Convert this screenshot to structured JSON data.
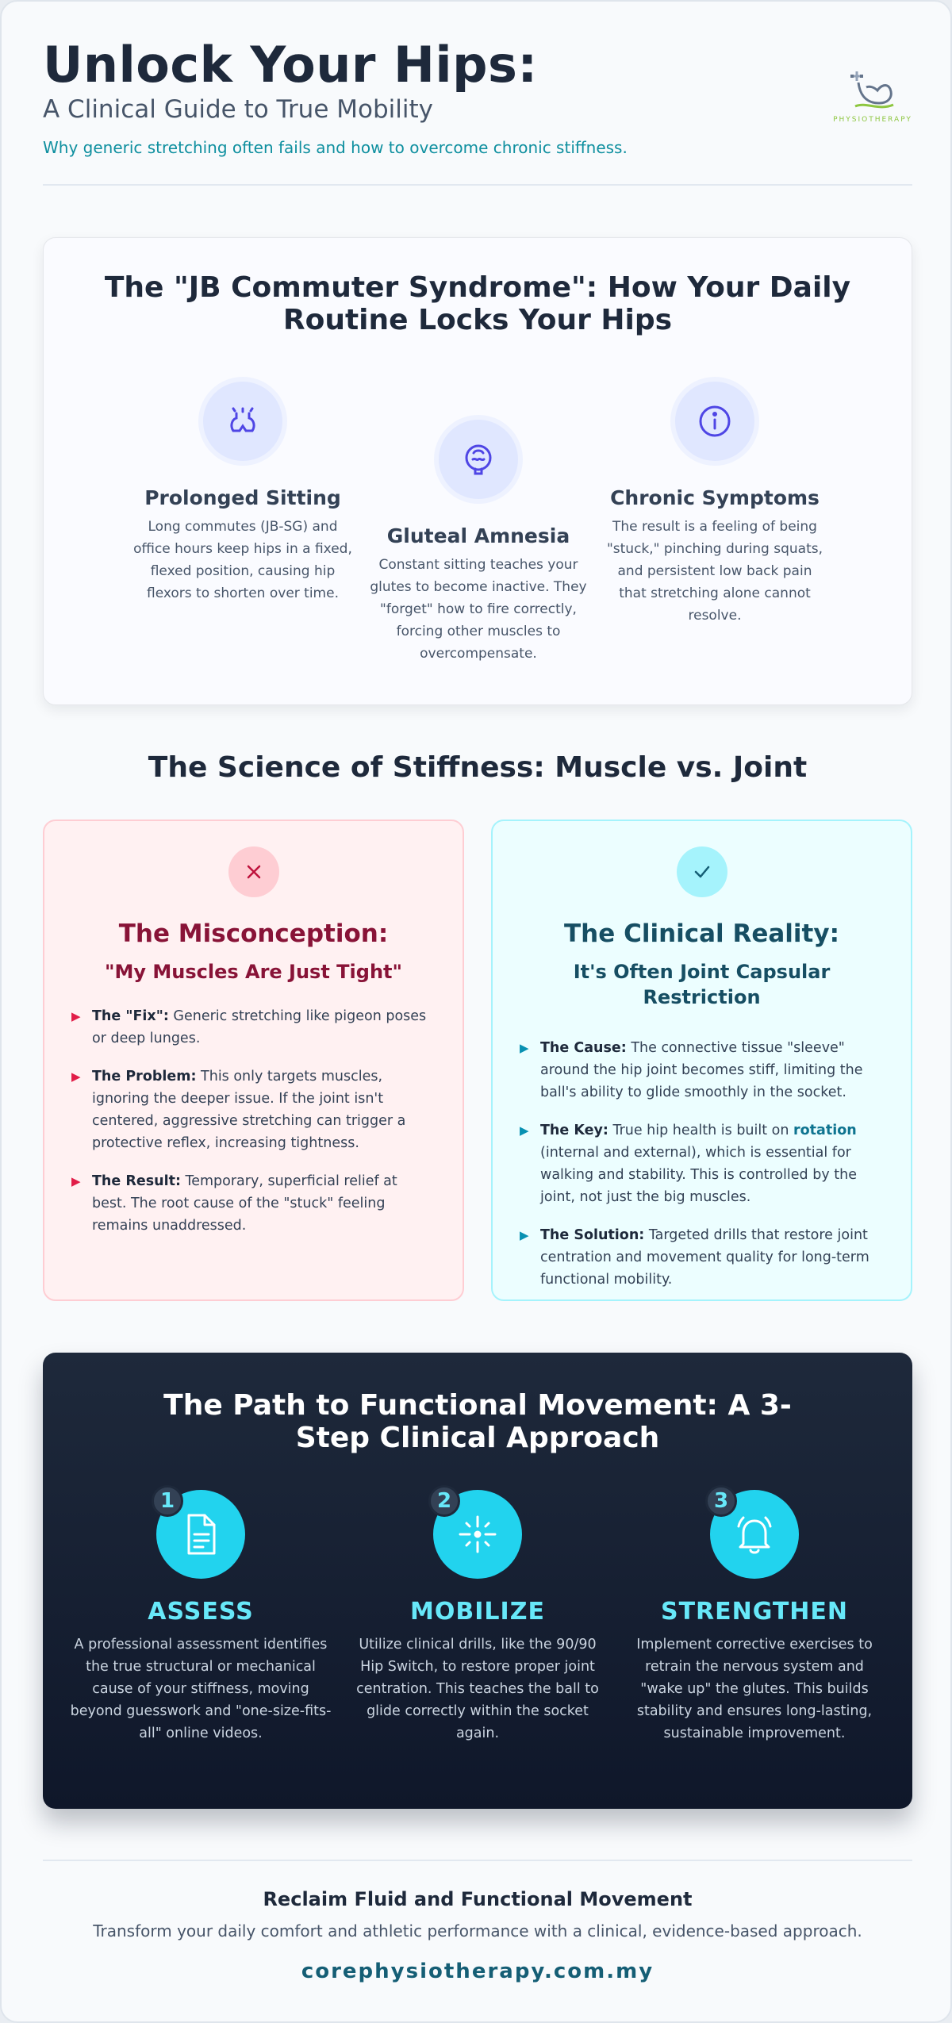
{
  "header": {
    "title": "Unlock Your Hips:",
    "subtitle": "A Clinical Guide to True Mobility",
    "tagline": "Why generic stretching often fails and how to overcome chronic stiffness.",
    "logo_text": "PHYSIOTHERAPY",
    "logo_icon": "flexing-arm-logo"
  },
  "syndrome": {
    "title": "The \"JB Commuter Syndrome\": How Your Daily Routine Locks Your Hips",
    "pillars": [
      {
        "icon": "stiff-hips-icon",
        "title": "Prolonged Sitting",
        "text": "Long commutes (JB-SG) and office hours keep hips in a fixed, flexed position, causing hip flexors to shorten over time."
      },
      {
        "icon": "brain-icon",
        "title": "Gluteal Amnesia",
        "text": "Constant sitting teaches your glutes to become inactive. They \"forget\" how to fire correctly, forcing other muscles to overcompensate."
      },
      {
        "icon": "info-icon",
        "title": "Chronic Symptoms",
        "text": "The result is a feeling of being \"stuck,\" pinching during squats, and persistent low back pain that stretching alone cannot resolve."
      }
    ]
  },
  "science": {
    "title": "The Science of Stiffness: Muscle vs. Joint",
    "misconception": {
      "icon": "close-icon",
      "title": "The Misconception:",
      "subtitle": "\"My Muscles Are Just Tight\"",
      "items": [
        {
          "label": "The \"Fix\":",
          "text": " Generic stretching like pigeon poses or deep lunges."
        },
        {
          "label": "The Problem:",
          "text": " This only targets muscles, ignoring the deeper issue. If the joint isn't centered, aggressive stretching can trigger a protective reflex, increasing tightness."
        },
        {
          "label": "The Result:",
          "text": " Temporary, superficial relief at best. The root cause of the \"stuck\" feeling remains unaddressed."
        }
      ]
    },
    "reality": {
      "icon": "check-icon",
      "title": "The Clinical Reality:",
      "subtitle": "It's Often Joint Capsular Restriction",
      "items": [
        {
          "label": "The Cause:",
          "text": " The connective tissue \"sleeve\" around the hip joint becomes stiff, limiting the ball's ability to glide smoothly in the socket."
        },
        {
          "label": "The Key:",
          "text_before": " True hip health is built on ",
          "highlight": "rotation",
          "text_after": " (internal and external), which is essential for walking and stability. This is controlled by the joint, not just the big muscles."
        },
        {
          "label": "The Solution:",
          "text": " Targeted drills that restore joint centration and movement quality for long-term functional mobility."
        }
      ]
    }
  },
  "path": {
    "title": "The Path to Functional Movement: A 3-Step Clinical Approach",
    "steps": [
      {
        "num": "1",
        "icon": "document-icon",
        "title": "ASSESS",
        "text": "A professional assessment identifies the true structural or mechanical cause of your stiffness, moving beyond guesswork and \"one-size-fits-all\" online videos."
      },
      {
        "num": "2",
        "icon": "sparkle-move-icon",
        "title": "MOBILIZE",
        "text": "Utilize clinical drills, like the 90/90 Hip Switch, to restore proper joint centration. This teaches the ball to glide correctly within the socket again."
      },
      {
        "num": "3",
        "icon": "bell-icon",
        "title": "STRENGTHEN",
        "text": "Implement corrective exercises to retrain the nervous system and \"wake up\" the glutes. This builds stability and ensures long-lasting, sustainable improvement."
      }
    ]
  },
  "footer": {
    "title": "Reclaim Fluid and Functional Movement",
    "text": "Transform your daily comfort and athletic performance with a clinical, evidence-based approach.",
    "url": "corephysiotherapy.com.my"
  },
  "colors": {
    "accent": "#0e8f9f",
    "misconception": "#881337",
    "reality": "#164e63",
    "dark_bg": "#0f172a",
    "step_cyan": "#22d3ee"
  }
}
